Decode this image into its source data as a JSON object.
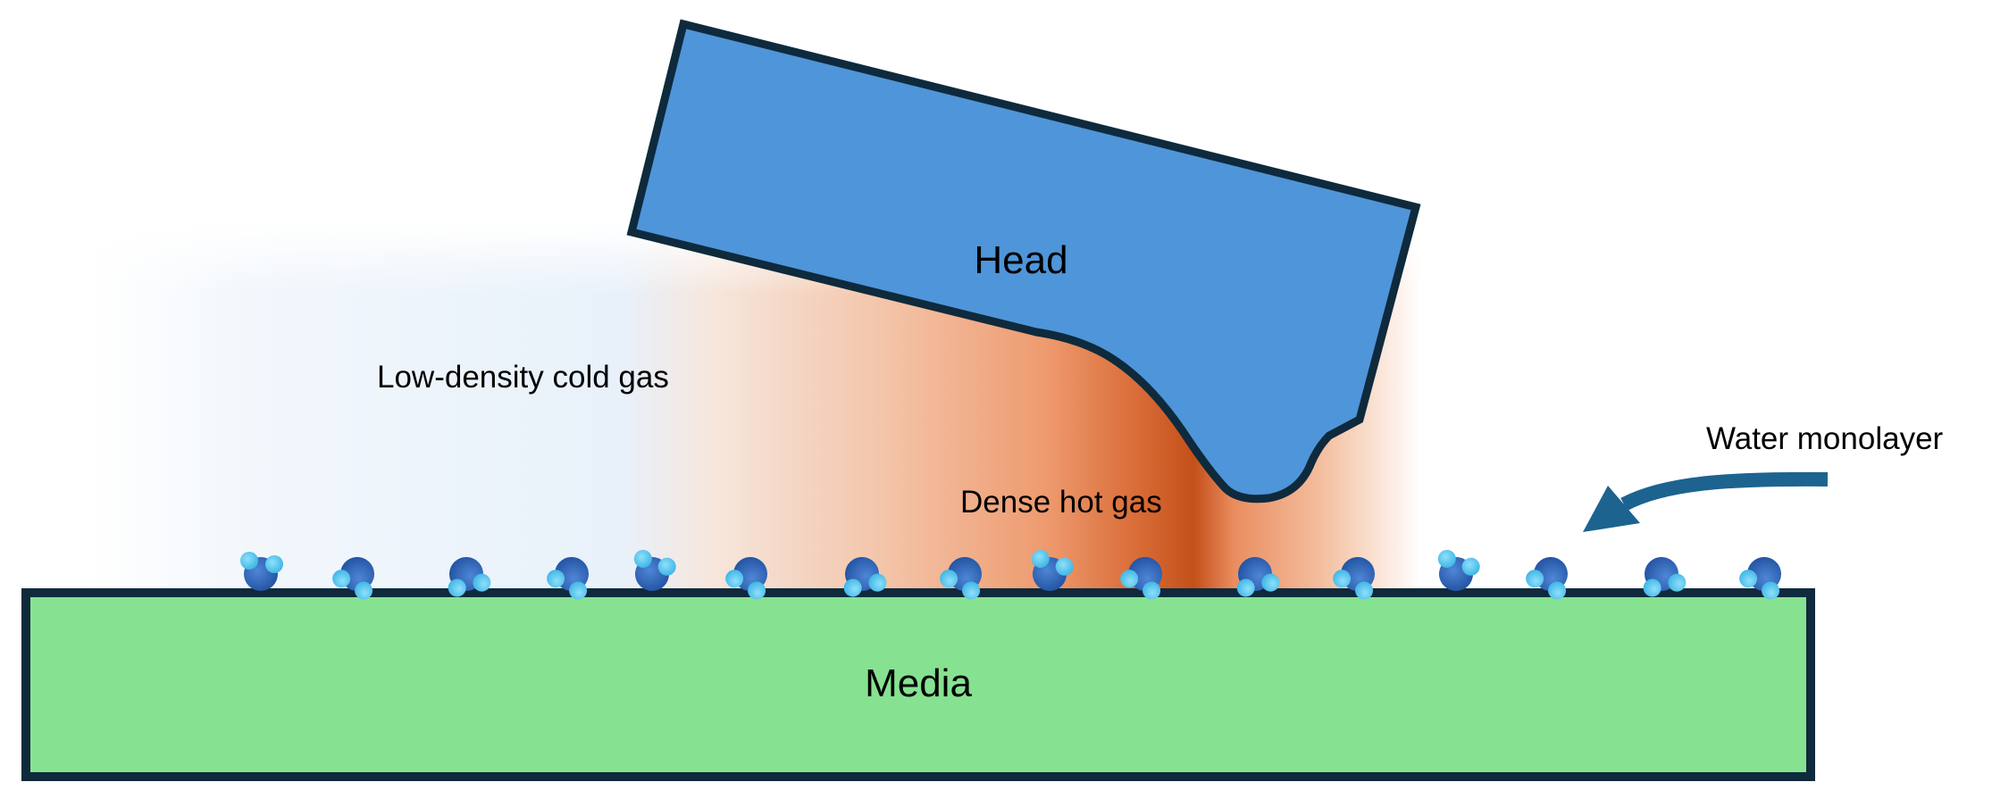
{
  "labels": {
    "head": "Head",
    "media": "Media",
    "cold_gas": "Low-density cold gas",
    "hot_gas": "Dense hot gas",
    "water": "Water monolayer"
  },
  "colors": {
    "head_fill": "#4f95d9",
    "media_fill": "#86e291",
    "outline": "#0e2a3c",
    "hot_gas_core": "#c4501a",
    "hot_gas_mid": "#ee9a6e",
    "cold_gas": "#e3effa",
    "water_oxygen": "#2c5fb0",
    "water_hydrogen": "#55c3ee",
    "arrow": "#1d6390"
  },
  "water_molecule_count": 16
}
